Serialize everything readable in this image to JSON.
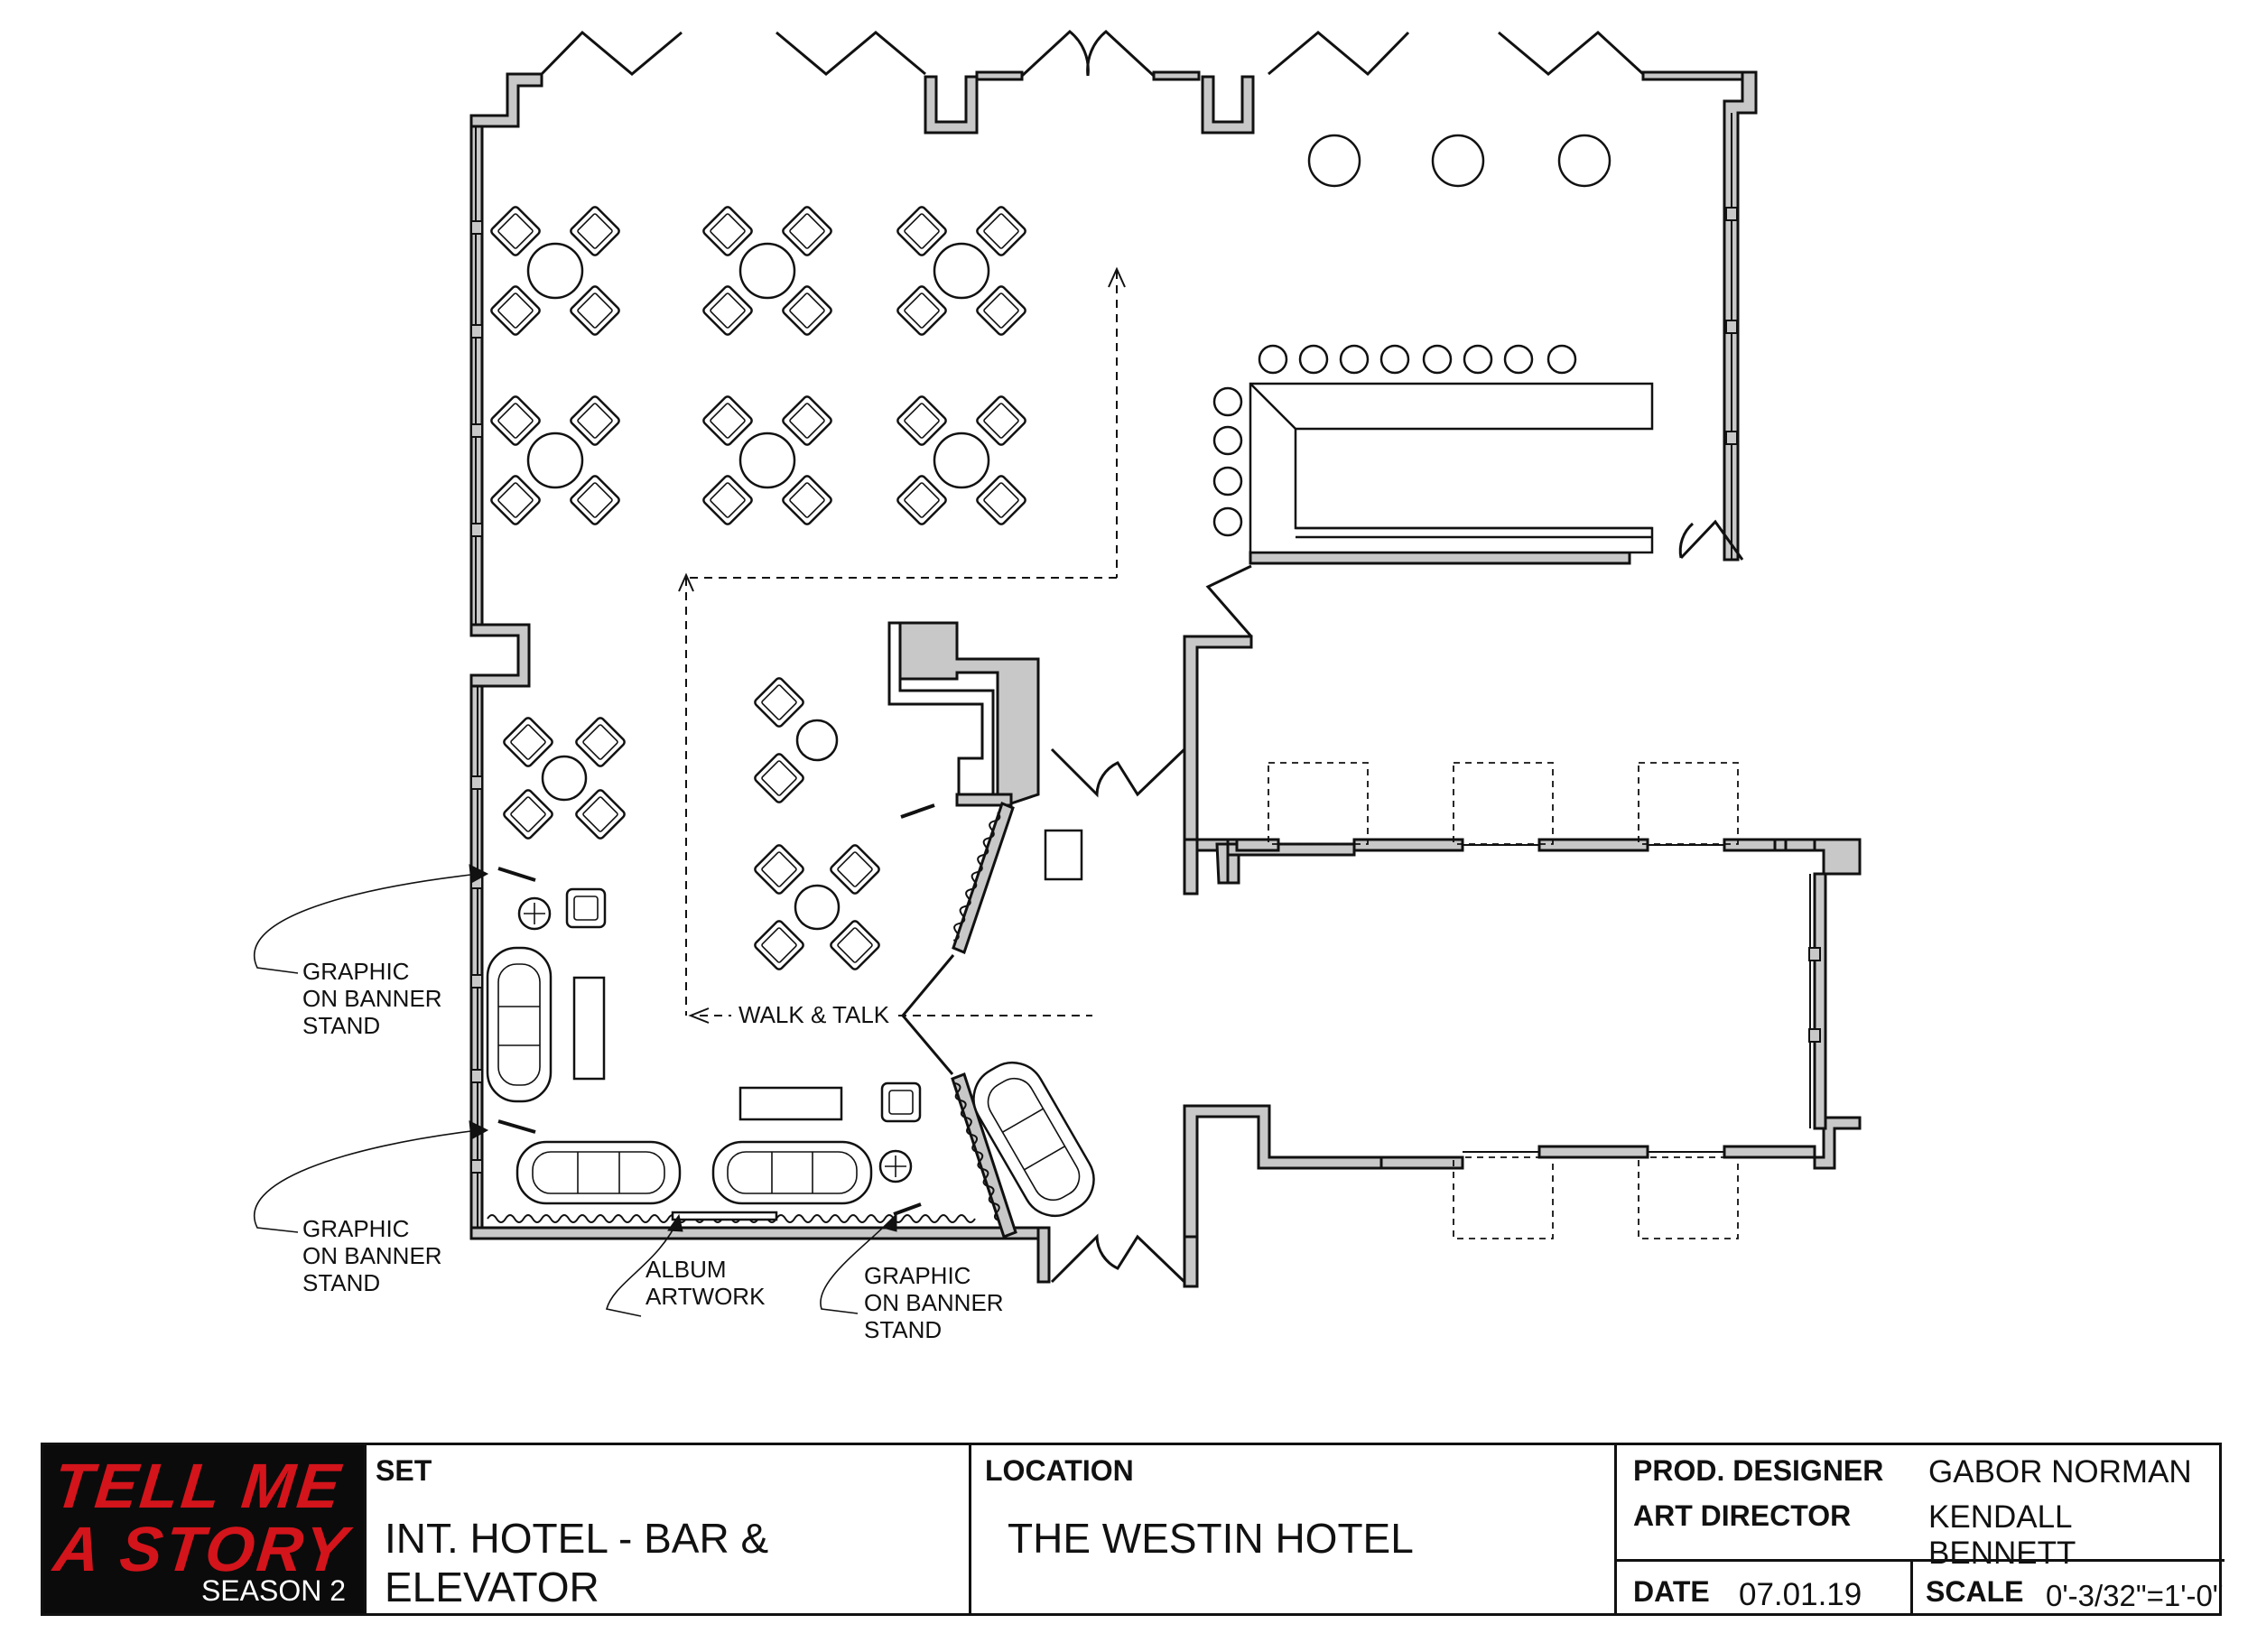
{
  "annotations": {
    "walk_and_talk": "WALK & TALK",
    "banner_1": [
      "GRAPHIC",
      "ON BANNER",
      "STAND"
    ],
    "banner_2": [
      "GRAPHIC",
      "ON BANNER",
      "STAND"
    ],
    "banner_3": [
      "GRAPHIC",
      "ON BANNER",
      "STAND"
    ],
    "album": [
      "ALBUM",
      "ARTWORK"
    ]
  },
  "title_block": {
    "logo": {
      "line1": "TELL ME",
      "line2": "A STORY",
      "season": "SEASON 2"
    },
    "set": {
      "label": "SET",
      "value": "INT. HOTEL - BAR & ELEVATOR"
    },
    "location": {
      "label": "LOCATION",
      "value": "THE WESTIN HOTEL"
    },
    "prod_designer": {
      "label": "PROD. DESIGNER",
      "value": "GABOR NORMAN"
    },
    "art_director": {
      "label": "ART DIRECTOR",
      "value": "KENDALL BENNETT"
    },
    "date": {
      "label": "DATE",
      "value": "07.01.19"
    },
    "scale": {
      "label": "SCALE",
      "value": "0'-3/32\"=1'-0\""
    }
  },
  "colors": {
    "wall_fill": "#c8c8c8",
    "line": "#111111",
    "logo_bg": "#0b0b0b",
    "logo_red": "#d3141b"
  }
}
